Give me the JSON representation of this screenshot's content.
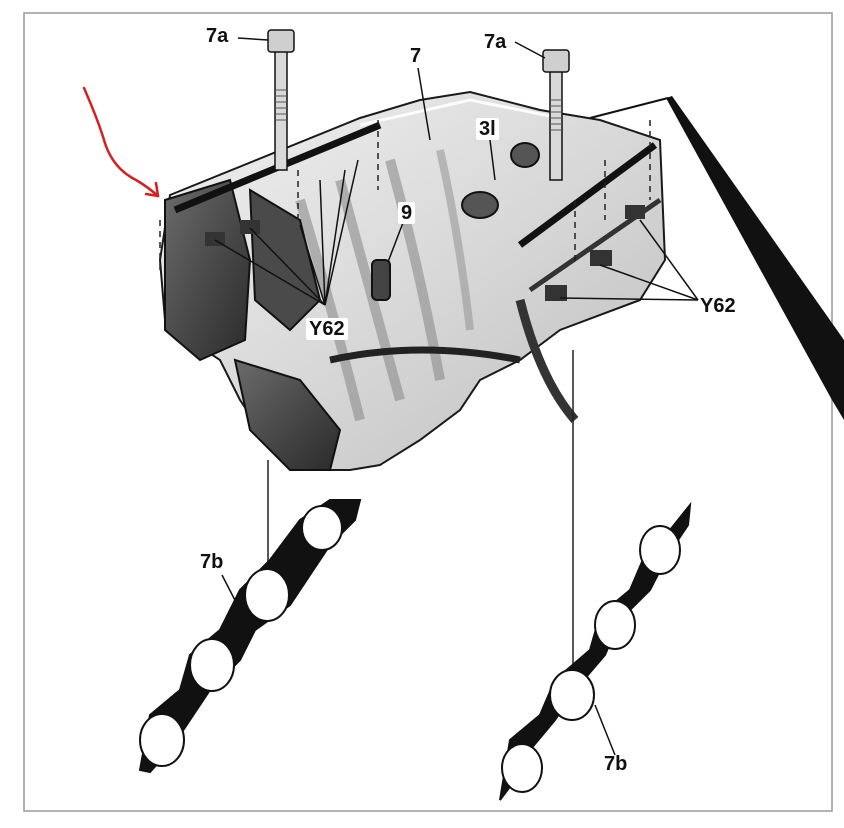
{
  "labels": {
    "bolt_left": "7a",
    "bolt_right": "7a",
    "manifold": "7",
    "sensor_3l": "3l",
    "sensor_9": "9",
    "injector_left": "Y62",
    "injector_right": "Y62",
    "gasket_left": "7b",
    "gasket_right": "7b"
  },
  "colors": {
    "annotation_arrow": "#d62020",
    "line_art": "#1a1a1a",
    "background": "#ffffff",
    "frame": "#9a9a9a"
  },
  "icons": {
    "annotation": "red-pointer-arrow"
  }
}
